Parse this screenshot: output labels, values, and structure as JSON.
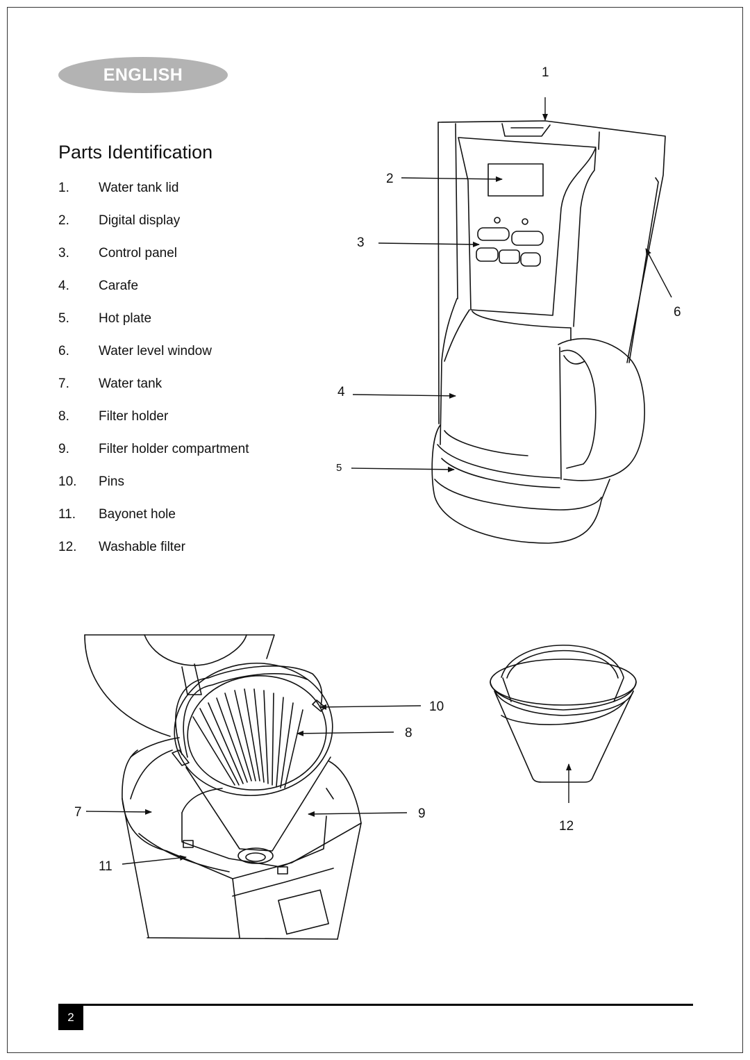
{
  "badge": {
    "language": "ENGLISH"
  },
  "section_title": "Parts Identification",
  "parts": [
    {
      "num": "1.",
      "label": "Water tank lid"
    },
    {
      "num": "2.",
      "label": "Digital display"
    },
    {
      "num": "3.",
      "label": "Control panel"
    },
    {
      "num": "4.",
      "label": "Carafe"
    },
    {
      "num": "5.",
      "label": "Hot plate"
    },
    {
      "num": "6.",
      "label": "Water level window"
    },
    {
      "num": "7.",
      "label": "Water tank"
    },
    {
      "num": "8.",
      "label": "Filter holder"
    },
    {
      "num": "9.",
      "label": "Filter holder compartment"
    },
    {
      "num": "10.",
      "label": "Pins"
    },
    {
      "num": "11.",
      "label": "Bayonet hole"
    },
    {
      "num": "12.",
      "label": "Washable filter"
    }
  ],
  "callouts": {
    "c1": "1",
    "c2": "2",
    "c3": "3",
    "c4": "4",
    "c5": "5",
    "c6": "6",
    "c7": "7",
    "c8": "8",
    "c9": "9",
    "c10": "10",
    "c11": "11",
    "c12": "12"
  },
  "footer": {
    "page_number": "2"
  },
  "colors": {
    "badge": "#b3b3b3",
    "ink": "#111111"
  }
}
